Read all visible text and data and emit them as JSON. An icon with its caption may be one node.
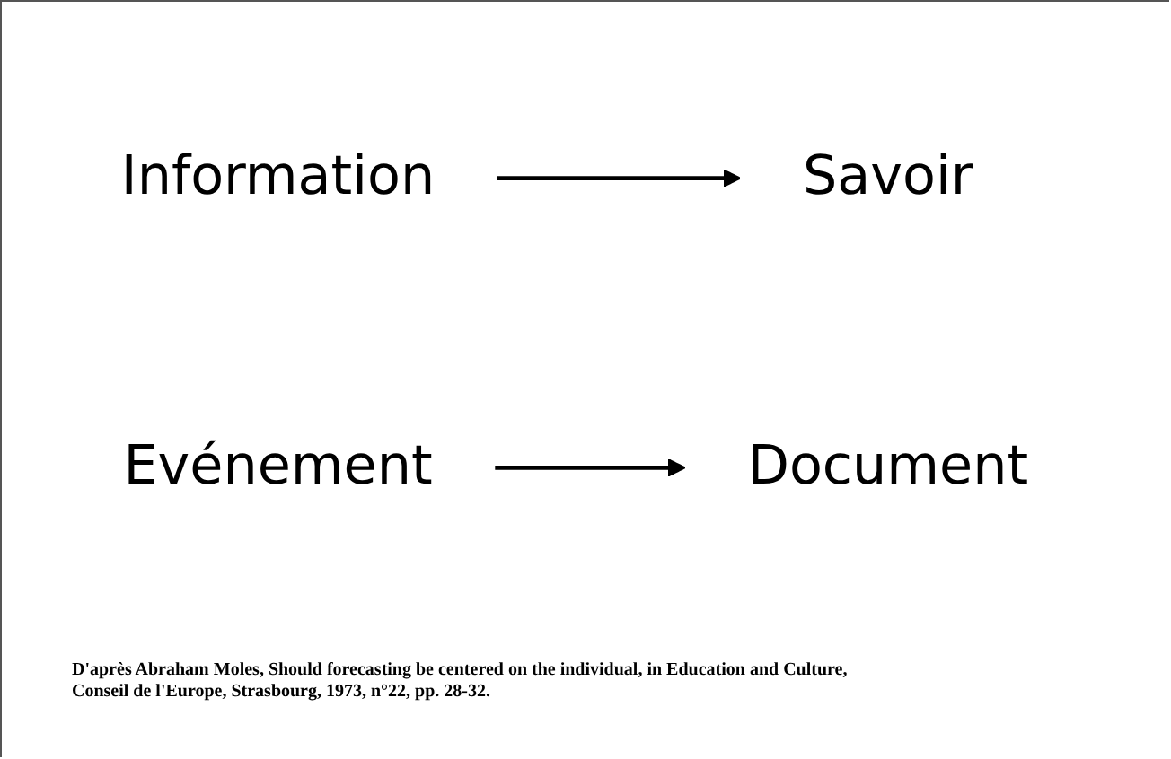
{
  "diagram": {
    "caption": "D'après Abraham Moles, Should forecasting be centered on the individual, in Education and Culture, Conseil de l'Europe, Strasbourg, 1973, n°22, pp. 28-32.",
    "nodes": [
      {
        "text": [
          "Information"
        ]
      },
      {
        "text": [
          "Savoir"
        ]
      },
      {
        "text": [
          "Evénement"
        ]
      },
      {
        "text": [
          "Document"
        ]
      }
    ],
    "edges": [
      {
        "from": 0,
        "to": 1,
        "arrow": "to"
      },
      {
        "from": 2,
        "to": 3,
        "arrow": "to"
      }
    ]
  }
}
